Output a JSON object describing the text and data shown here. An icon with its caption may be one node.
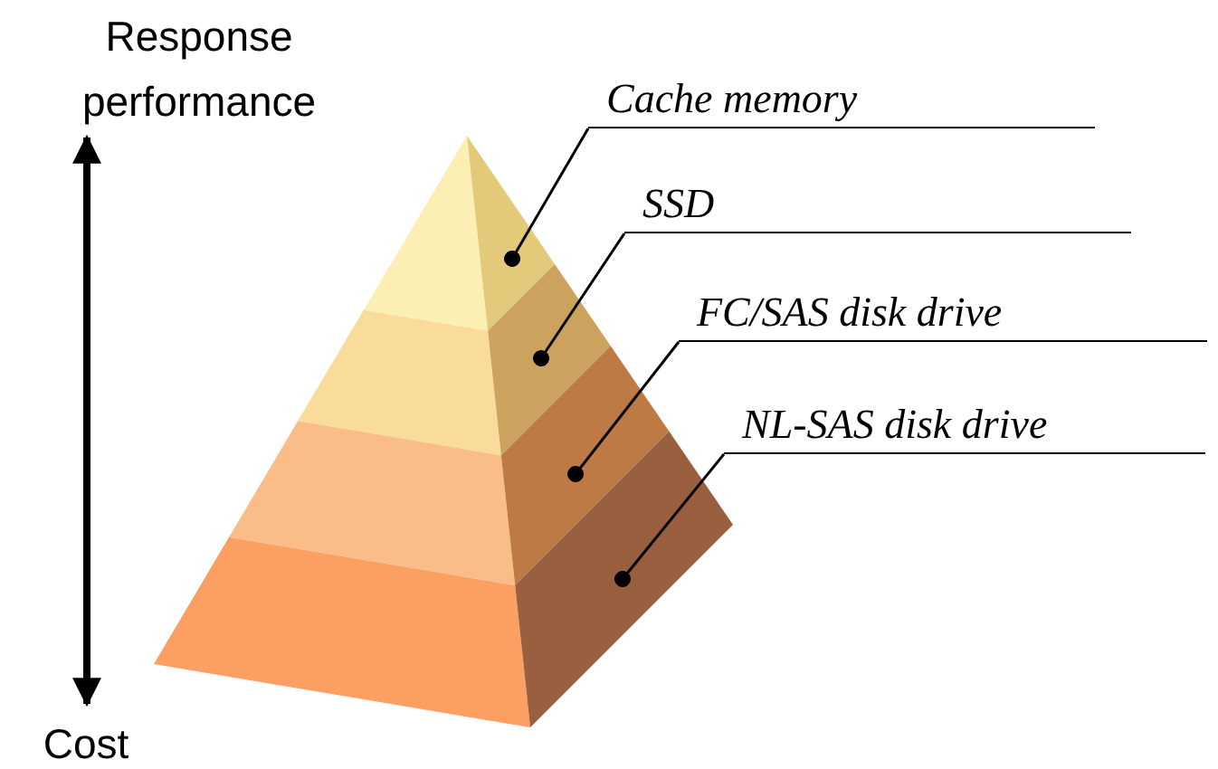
{
  "diagram": {
    "nodes": [
      {
        "text": [
          "Response performance"
        ]
      },
      {
        "text": [
          "Cache memory"
        ]
      },
      {
        "text": [
          "SSD"
        ]
      },
      {
        "text": [
          "FC/SAS disk drive"
        ]
      },
      {
        "text": [
          "NL-SAS disk drive"
        ]
      },
      {
        "text": [
          "Cost"
        ]
      },
      {
        "text": [],
        "shape": "triangle"
      },
      {
        "text": [],
        "shape": "trapezoid"
      },
      {
        "text": [],
        "shape": "trapezoid"
      },
      {
        "text": [],
        "shape": "trapezoid"
      }
    ],
    "edges": [
      {
        "from": 0,
        "to": 5,
        "arrow": "both",
        "style": "thick"
      },
      {
        "from": 1,
        "to": 6,
        "arrow": "other"
      },
      {
        "from": 2,
        "to": 7,
        "arrow": "other"
      },
      {
        "from": 3,
        "to": 8,
        "arrow": "other"
      },
      {
        "from": 4,
        "to": 9,
        "arrow": "other"
      }
    ]
  }
}
